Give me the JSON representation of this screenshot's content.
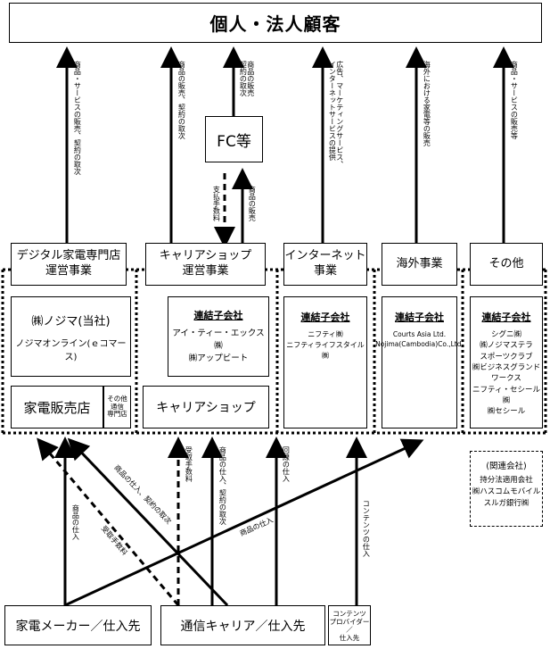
{
  "top_customer": "個人・法人顧客",
  "fc": "FC等",
  "segments": {
    "digital": "デジタル家電専門店\n運営事業",
    "carrier": "キャリアショップ\n運営事業",
    "internet": "インターネット\n事業",
    "overseas": "海外事業",
    "other": "その他"
  },
  "top_flows": {
    "f1": "商品・サービスの販売、契約の取次",
    "f2": "商品の販売、契約の取次",
    "f3": "商品の販売\n契約の取次",
    "f4": "広告、マーケティングサービス、\nインターネットサービスの提供",
    "f5": "海外における家電等の販売",
    "f6": "商品・サービスの販売等"
  },
  "fc_flows": {
    "pay": "支払手数料",
    "sale": "商品の販売"
  },
  "nojima": {
    "main": "㈱ノジマ(当社)",
    "online": "ノジマオンライン(ｅコマース)",
    "store": "家電販売店",
    "other_store": "その他\n通信\n専門店",
    "carrier_shop": "キャリアショップ"
  },
  "subs": {
    "heading": "連結子会社",
    "carrier": "アイ・ティー・エックス㈱\n㈱アップビート",
    "internet": "ニフティ㈱\nニフティライフスタイル㈱",
    "overseas": "Courts Asia Ltd.\nNojima(Cambodia)Co.,Ltd.",
    "other": "シグニ㈱\n㈱ノジマステラ\nスポーツクラブ\n㈱ビジネスグランド\nワークス\nニフティ・セシール㈱\n㈱セシール"
  },
  "affiliate": {
    "head": "(関連会社)",
    "body": "持分法適用会社\n㈱ハスコムモバイル\nスルガ銀行㈱"
  },
  "bottom": {
    "maker": "家電メーカー／仕入先",
    "carrier": "通信キャリア／仕入先",
    "content": "コンテンツ\nプロバイダー／\n仕入先"
  },
  "bottom_flows": {
    "b1": "商品の仕入",
    "b2": "受取手数料",
    "b3": "商品の仕入、契約の取次",
    "b4": "受取手数料",
    "b5": "商品の仕入、契約の取次",
    "b6": "商品の仕入",
    "b7": "回線の仕入",
    "b8": "コンテンツの仕入"
  }
}
